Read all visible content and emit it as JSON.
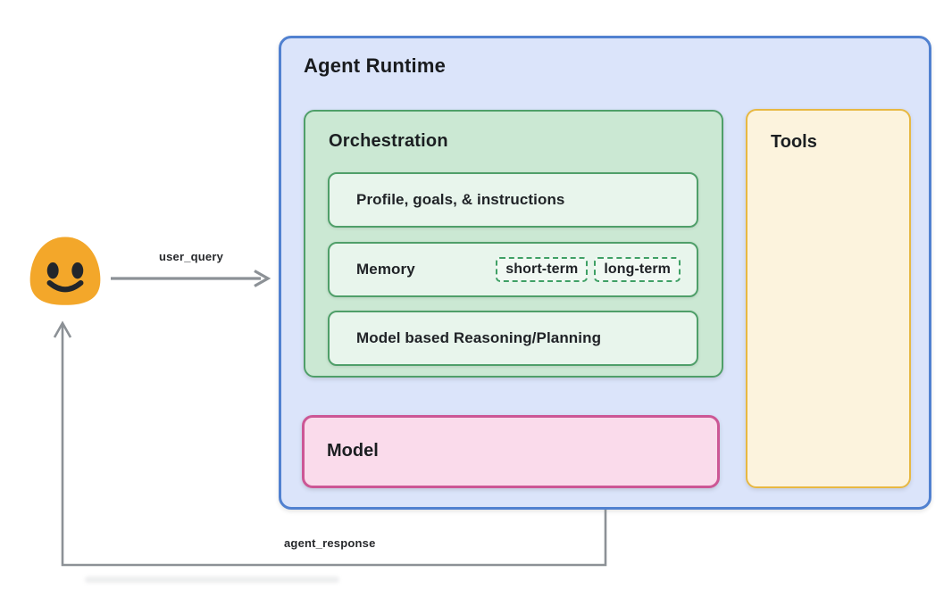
{
  "runtime": {
    "title": "Agent Runtime"
  },
  "orchestration": {
    "title": "Orchestration",
    "boxes": [
      {
        "label": "Profile, goals, & instructions"
      },
      {
        "label": "Memory",
        "chips": [
          "short-term",
          "long-term"
        ]
      },
      {
        "label": "Model based Reasoning/Planning"
      }
    ]
  },
  "model": {
    "title": "Model"
  },
  "tools": {
    "title": "Tools"
  },
  "arrows": {
    "user_query": {
      "label": "user_query"
    },
    "agent_response": {
      "label": "agent_response"
    }
  },
  "icons": {
    "user": "blob-smiley-face-emoji"
  },
  "colors": {
    "runtime_fill": "#DBE4FA",
    "runtime_border": "#5181D0",
    "orchestration_fill": "#CBE8D3",
    "green_border": "#4F9F69",
    "inner_green_fill": "#E8F5EC",
    "model_fill": "#FADBEB",
    "model_border": "#CC5795",
    "tools_fill": "#FCF3DD",
    "tools_border": "#E7B842",
    "arrow_gray": "#8C9196",
    "face_yellow": "#F3A72A",
    "face_features": "#22262b"
  }
}
